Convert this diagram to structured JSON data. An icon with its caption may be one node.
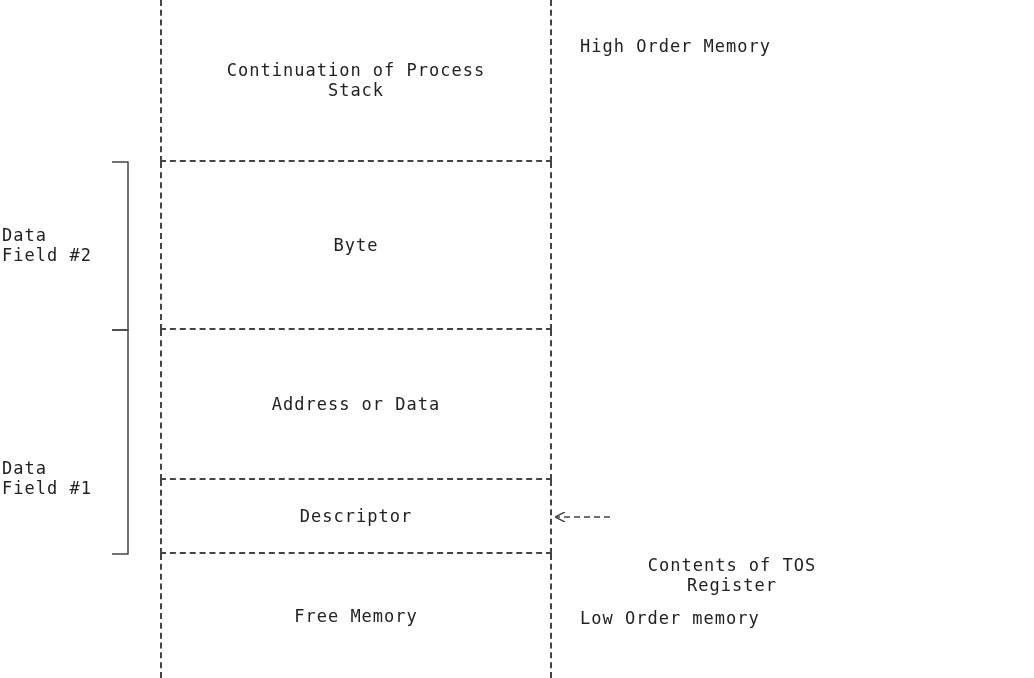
{
  "diagram": {
    "nodes": [
      {
        "text": [
          "Continuation of Process Stack"
        ]
      },
      {
        "text": [
          "Byte"
        ]
      },
      {
        "text": [
          "Address or Data"
        ]
      },
      {
        "text": [
          "Descriptor"
        ]
      },
      {
        "text": [
          "Contents of TOS Register"
        ]
      },
      {
        "text": [
          "Free Memory"
        ]
      }
    ],
    "edges": [
      {
        "from": 4,
        "to": 3,
        "arrow": "to"
      }
    ],
    "labels": [
      "High Order Memory",
      "Data Field #2",
      "Data Field #1",
      "Low Order memory"
    ]
  }
}
